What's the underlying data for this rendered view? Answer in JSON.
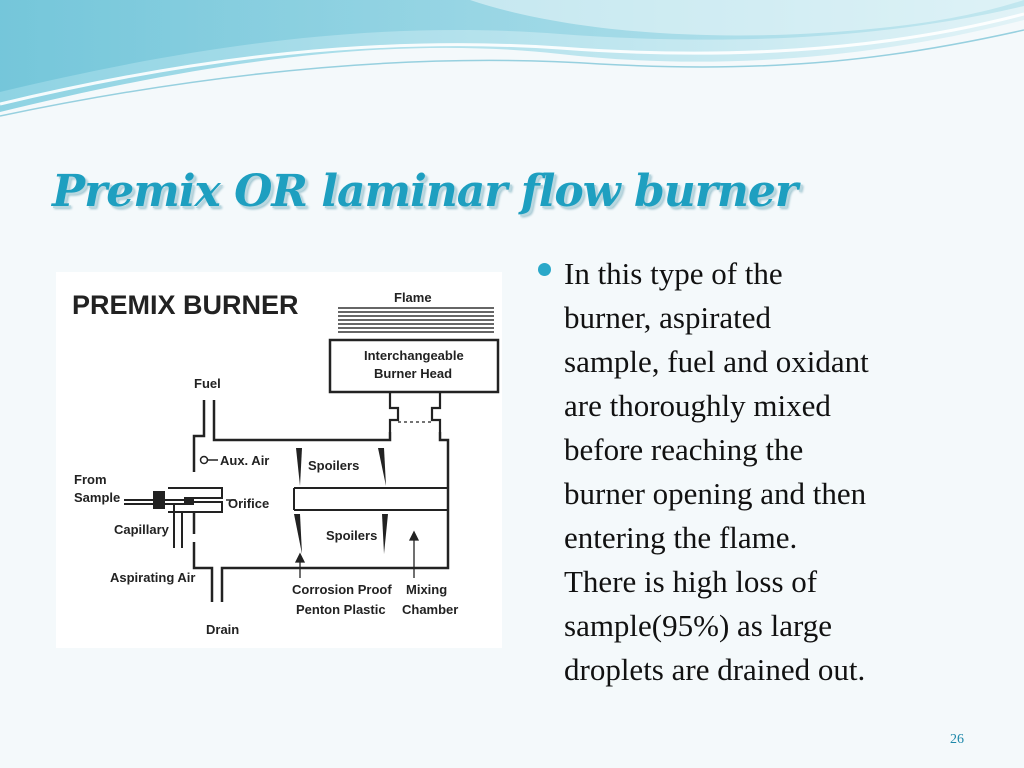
{
  "slide": {
    "title": "Premix OR laminar flow burner",
    "page_number": "26",
    "accent_color": "#1e9fc0"
  },
  "figure": {
    "heading": "PREMIX BURNER",
    "labels": {
      "flame": "Flame",
      "burner_head_1": "Interchangeable",
      "burner_head_2": "Burner Head",
      "fuel": "Fuel",
      "aux_air": "Aux. Air",
      "spoilers_top": "Spoilers",
      "spoilers_bottom": "Spoilers",
      "from": "From",
      "sample": "Sample",
      "orifice": "Orifice",
      "capillary": "Capillary",
      "aspirating_air": "Aspirating Air",
      "corrosion_1": "Corrosion Proof",
      "corrosion_2": "Penton Plastic",
      "mixing_1": "Mixing",
      "mixing_2": "Chamber",
      "drain": "Drain"
    }
  },
  "bullet": {
    "lines": [
      "In this type of the",
      "burner, aspirated",
      "sample, fuel and oxidant",
      "are thoroughly mixed",
      "before reaching the",
      "burner opening and then",
      "entering the flame.",
      "There is high loss of",
      "sample(95%) as large",
      "droplets are drained out."
    ]
  }
}
